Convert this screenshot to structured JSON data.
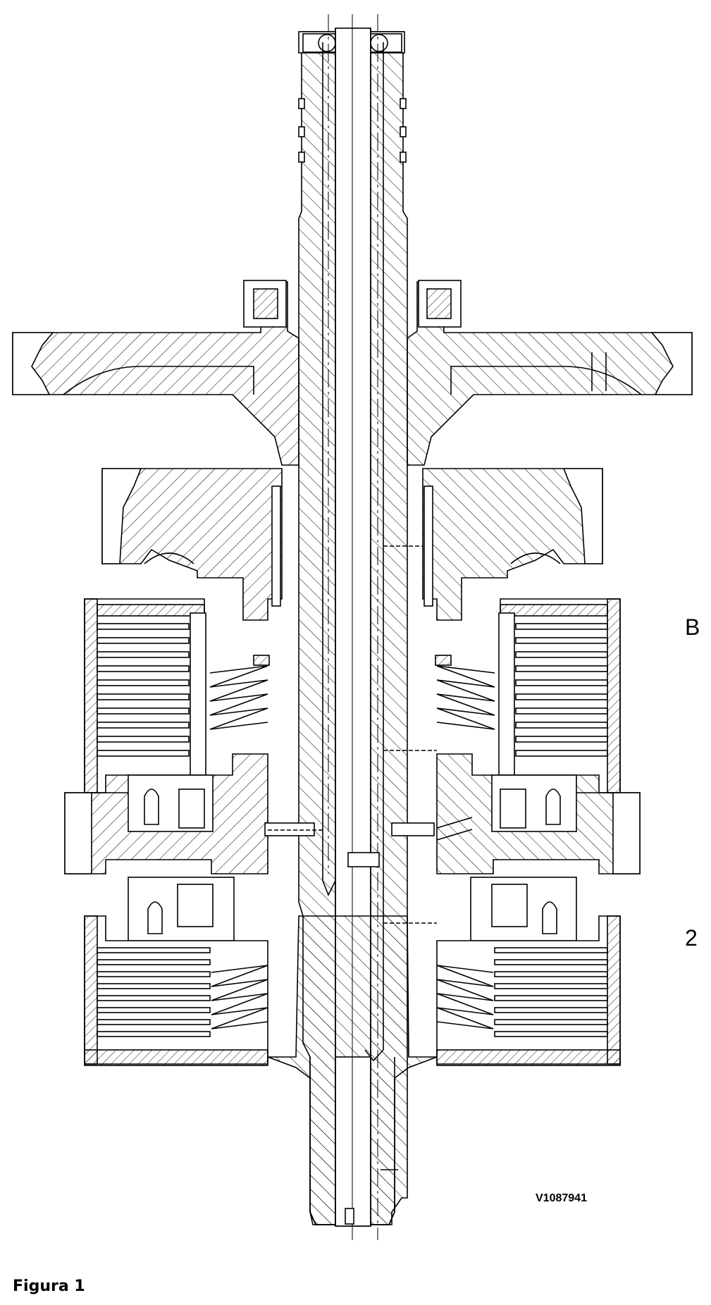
{
  "figure": {
    "caption": "Figura 1",
    "drawing_code": "V1087941",
    "callouts": {
      "upper_clutch": "B",
      "lower_clutch": "2"
    }
  },
  "colors": {
    "line": "#000000",
    "background": "#ffffff"
  }
}
